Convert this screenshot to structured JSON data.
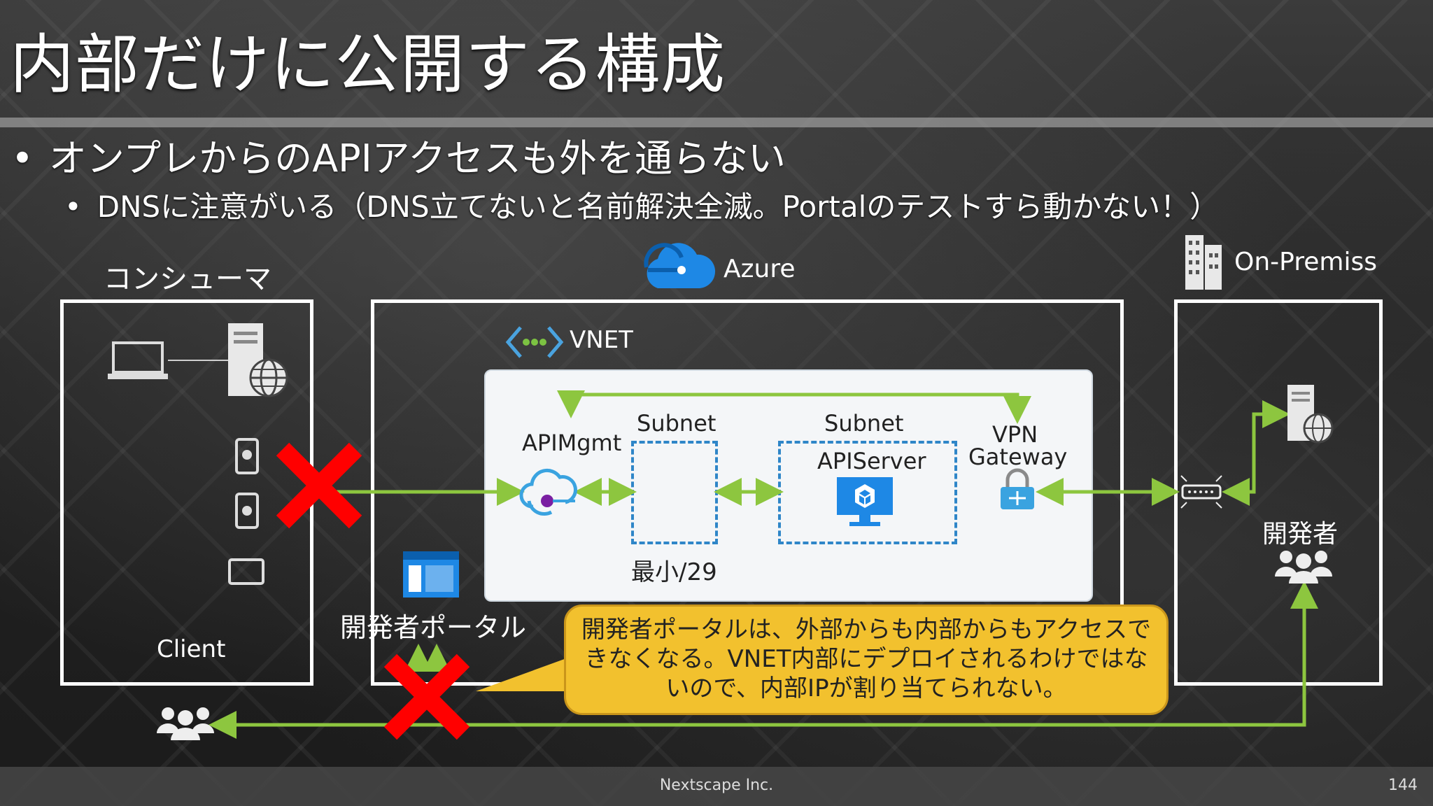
{
  "slide": {
    "title": "内部だけに公開する構成",
    "bullet1": "オンプレからのAPIアクセスも外を通らない",
    "bullet2": "DNSに注意がいる（DNS立てないと名前解決全滅。Portalのテストすら動かない！）",
    "bullet_marker": "•"
  },
  "diagram": {
    "consumer_label": "コンシューマ",
    "client_label": "Client",
    "azure_label": "Azure",
    "vnet_label": "VNET",
    "onprem_label": "On-Premiss",
    "apimgmt_label": "APIMgmt",
    "subnet1_label": "Subnet",
    "subnet2_label": "Subnet",
    "subnet_min_label": "最小/29",
    "apiserver_label": "APIServer",
    "vpn_label": "VPN",
    "gateway_label": "Gateway",
    "dev_portal_label": "開発者ポータル",
    "developer_label": "開発者",
    "callout": {
      "line1": "開発者ポータルは、外部からも内部からもアクセスで",
      "line2": "きなくなる。VNET内部にデプロイされるわけではな",
      "line3": "いので、内部IPが割り当てられない。"
    },
    "colors": {
      "arrow": "#8dc63f",
      "cross": "#ff0000",
      "callout": "#f2c12e",
      "subnet": "#2f86c8",
      "azure_blue": "#1e88e5"
    }
  },
  "footer": {
    "company": "Nextscape Inc.",
    "page": "144"
  }
}
